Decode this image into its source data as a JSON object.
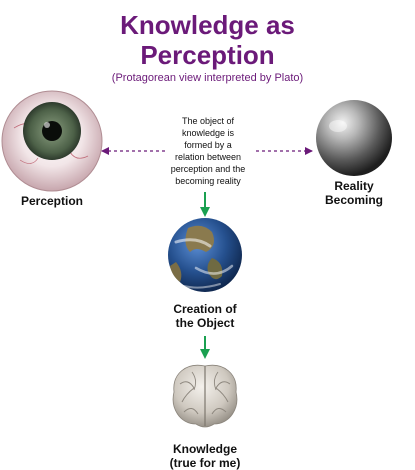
{
  "title_line1": "Knowledge as",
  "title_line2": "Perception",
  "subtitle": "(Protagorean view interpreted by Plato)",
  "relation": {
    "line1": "The object of",
    "line2": "knowledge is",
    "line3": "formed by a",
    "line4": "relation between",
    "line5": "perception and the",
    "line6": "becoming reality"
  },
  "nodes": {
    "perception": {
      "label": "Perception"
    },
    "reality": {
      "label1": "Reality",
      "label2": "Becoming"
    },
    "creation": {
      "label1": "Creation of",
      "label2": "the Object"
    },
    "knowledge": {
      "label1": "Knowledge",
      "label2": "(true for me)"
    }
  },
  "colors": {
    "title": "#6b1a79",
    "dashed_arrow": "#6b1a79",
    "down_arrow": "#1aa050"
  }
}
